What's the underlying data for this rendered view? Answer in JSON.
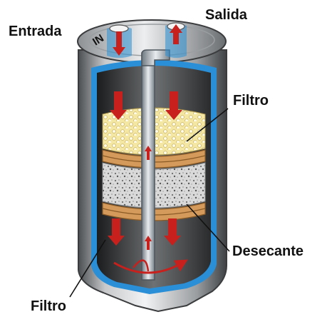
{
  "labels": {
    "inlet": "Entrada",
    "outlet": "Salida",
    "filter_top": "Filtro",
    "desiccant": "Desecante",
    "filter_bottom": "Filtro"
  },
  "port_mark": "IN",
  "colors": {
    "shell_light": "#d9dbdd",
    "shell_dark": "#6a6d70",
    "liner": "#2a8fd6",
    "flow_arrow": "#c8201c",
    "filter_media": "#f3e7a3",
    "pad": "#d39a5b",
    "desiccant": "#cfcfcf",
    "tube": "#a9b2ba"
  },
  "icons": [
    "inlet-arrow-icon",
    "outlet-arrow-icon",
    "flow-arrow-icon"
  ]
}
